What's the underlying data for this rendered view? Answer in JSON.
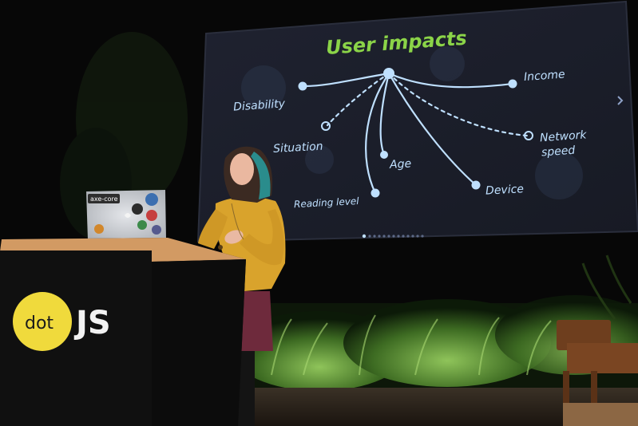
{
  "slide": {
    "title": "User impacts",
    "labels": {
      "disability": "Disability",
      "situation": "Situation",
      "reading_level": "Reading level",
      "age": "Age",
      "device": "Device",
      "income": "Income",
      "network_line1": "Network",
      "network_line2": "speed"
    }
  },
  "laptop": {
    "brand": "axe-core"
  },
  "podium": {
    "logo_dot": "dot",
    "logo_js": "JS"
  },
  "colors": {
    "title_green": "#8bd448",
    "diagram_blue": "#bfe0ff",
    "sweater_yellow": "#d9a32c",
    "logo_yellow": "#f0da3c",
    "hair_teal": "#2a8c8c"
  }
}
